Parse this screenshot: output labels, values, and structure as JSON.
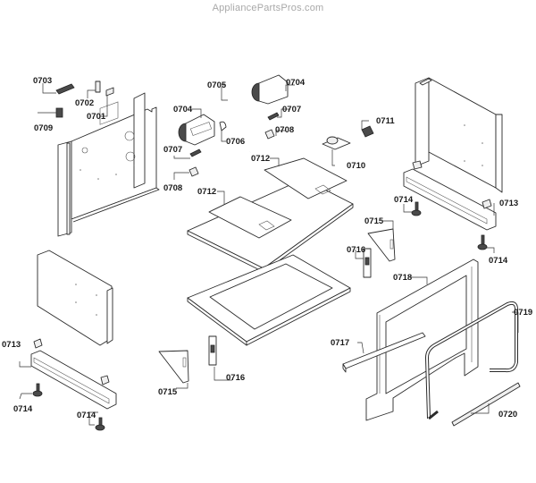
{
  "watermark": "AppliancePartsPros.com",
  "diagram": {
    "type": "exploded-parts-diagram",
    "callouts": [
      {
        "id": "c0703",
        "label": "0703",
        "part": "switch-block"
      },
      {
        "id": "c0702",
        "label": "0702",
        "part": "clip"
      },
      {
        "id": "c0701",
        "label": "0701",
        "part": "bracket-plate"
      },
      {
        "id": "c0709",
        "label": "0709",
        "part": "connector"
      },
      {
        "id": "c0705",
        "label": "0705",
        "part": "hose"
      },
      {
        "id": "c0704a",
        "label": "0704",
        "part": "motor-right"
      },
      {
        "id": "c0704b",
        "label": "0704",
        "part": "motor-left"
      },
      {
        "id": "c0707a",
        "label": "0707",
        "part": "clip-right"
      },
      {
        "id": "c0707b",
        "label": "0707",
        "part": "clip-left"
      },
      {
        "id": "c0706",
        "label": "0706",
        "part": "hose-clamp"
      },
      {
        "id": "c0708a",
        "label": "0708",
        "part": "bracket-right"
      },
      {
        "id": "c0708b",
        "label": "0708",
        "part": "bracket-left"
      },
      {
        "id": "c0711",
        "label": "0711",
        "part": "sensor"
      },
      {
        "id": "c0710",
        "label": "0710",
        "part": "thermostat"
      },
      {
        "id": "c0712a",
        "label": "0712",
        "part": "insulation-right"
      },
      {
        "id": "c0712b",
        "label": "0712",
        "part": "insulation-left"
      },
      {
        "id": "c0714a",
        "label": "0714",
        "part": "leveling-leg"
      },
      {
        "id": "c0713a",
        "label": "0713",
        "part": "base-rail-right"
      },
      {
        "id": "c0714b",
        "label": "0714",
        "part": "leveling-leg"
      },
      {
        "id": "c0715a",
        "label": "0715",
        "part": "corner-bracket"
      },
      {
        "id": "c0716a",
        "label": "0716",
        "part": "hinge-receptacle"
      },
      {
        "id": "c0718",
        "label": "0718",
        "part": "front-frame"
      },
      {
        "id": "c0719",
        "label": "0719",
        "part": "handle-bar"
      },
      {
        "id": "c0717",
        "label": "0717",
        "part": "trim-strip"
      },
      {
        "id": "c0713b",
        "label": "0713",
        "part": "base-rail-left"
      },
      {
        "id": "c0714c",
        "label": "0714",
        "part": "leveling-leg"
      },
      {
        "id": "c0714d",
        "label": "0714",
        "part": "leveling-leg"
      },
      {
        "id": "c0715b",
        "label": "0715",
        "part": "corner-bracket"
      },
      {
        "id": "c0716b",
        "label": "0716",
        "part": "hinge-receptacle"
      },
      {
        "id": "c0720",
        "label": "0720",
        "part": "slide-rail"
      }
    ]
  }
}
